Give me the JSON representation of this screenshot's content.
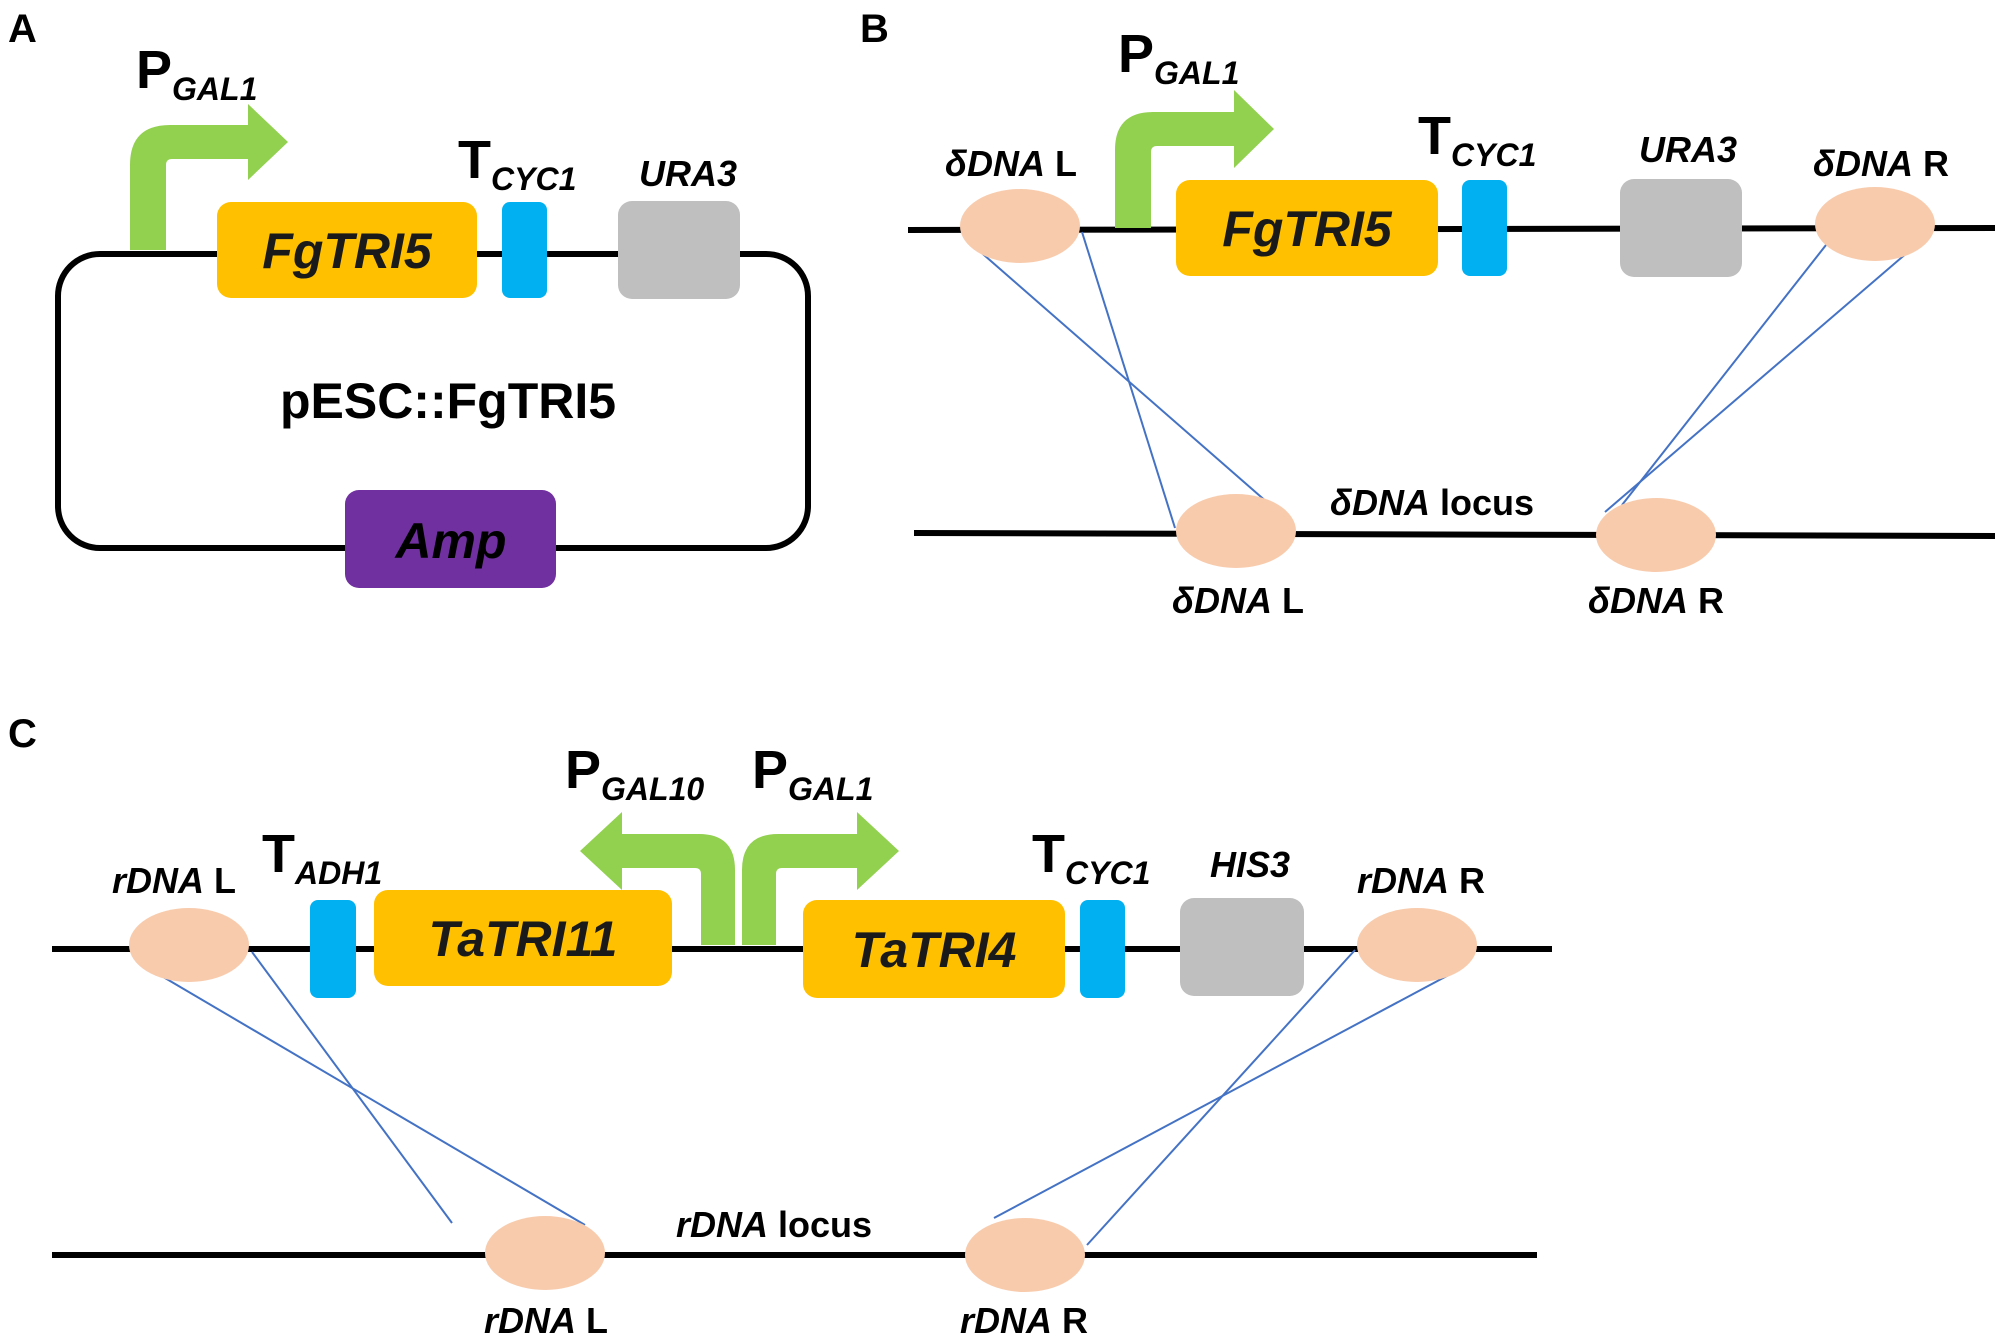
{
  "colors": {
    "promoter": "#92d050",
    "gene": "#ffc000",
    "terminator": "#00b0f0",
    "marker": "#bfbfbf",
    "amp": "#7030a0",
    "homology": "#f8cbad",
    "crossover": "#4472c4",
    "backbone": "#000000"
  },
  "panelA": {
    "letter": "A",
    "promoter": {
      "base": "P",
      "sub": "GAL1"
    },
    "gene": "FgTRI5",
    "terminator": {
      "base": "T",
      "sub": "CYC1"
    },
    "marker": "URA3",
    "plasmid": "pESC::FgTRI5",
    "resistance": "Amp"
  },
  "panelB": {
    "letter": "B",
    "promoter": {
      "base": "P",
      "sub": "GAL1"
    },
    "gene": "FgTRI5",
    "terminator": {
      "base": "T",
      "sub": "CYC1"
    },
    "marker": "URA3",
    "left_arm": {
      "it": "δDNA",
      "rest": " L"
    },
    "right_arm": {
      "it": "δDNA",
      "rest": " R"
    },
    "locus": {
      "it": "δDNA",
      "rest": " locus"
    },
    "locus_left": {
      "it": "δDNA",
      "rest": " L"
    },
    "locus_right": {
      "it": "δDNA",
      "rest": " R"
    }
  },
  "panelC": {
    "letter": "C",
    "promoter_left": {
      "base": "P",
      "sub": "GAL10"
    },
    "promoter_right": {
      "base": "P",
      "sub": "GAL1"
    },
    "terminator_left": {
      "base": "T",
      "sub": "ADH1"
    },
    "terminator_right": {
      "base": "T",
      "sub": "CYC1"
    },
    "gene_left": "TaTRI11",
    "gene_right": "TaTRI4",
    "marker": "HIS3",
    "left_arm": {
      "it": "rDNA",
      "rest": " L"
    },
    "right_arm": {
      "it": "rDNA",
      "rest": " R"
    },
    "locus": {
      "it": "rDNA",
      "rest": " locus"
    },
    "locus_left": {
      "it": "rDNA",
      "rest": " L"
    },
    "locus_right": {
      "it": "rDNA",
      "rest": " R"
    }
  }
}
